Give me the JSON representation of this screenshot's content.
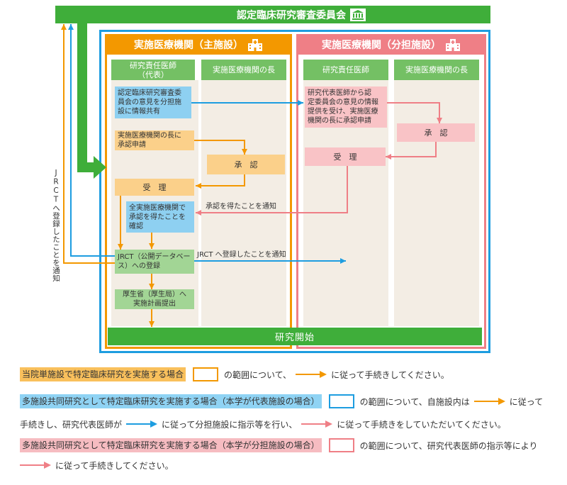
{
  "colors": {
    "green": "#3fae3a",
    "green_mid": "#74c064",
    "green_light": "#a2d595",
    "orange": "#f39800",
    "orange_light": "#fbd08a",
    "blue": "#1d9de0",
    "blue_light": "#8ed0f1",
    "pink": "#ef7f86",
    "pink_light": "#f9c3c6",
    "beige": "#f3ede4",
    "legend_orange": "#f9c05c",
    "legend_blue": "#8fd3f4",
    "legend_pink": "#f6bcc1",
    "text": "#333333"
  },
  "committee": {
    "label": "認定臨床研究審査委員会",
    "icon": "committee-building-icon"
  },
  "main_facility": {
    "title": "実施医療機関（主施設）",
    "icon": "hospital-icon",
    "columns": {
      "pi": "研究責任医師\n（代表）",
      "head": "実施医療機関の長"
    },
    "steps": {
      "share_opinion": "認定臨床研究審査委\n員会の意見を分担施\n設に情報共有",
      "request_approval": "実施医療機関の長に\n承認申請",
      "approve": "承　認",
      "receive": "受　理",
      "confirm_all": "全実施医療機関で\n承認を得たことを\n確認",
      "jrct": "JRCT（公開データベー\nス）への登録",
      "submit_plan": "厚生省（厚生局）へ\n実施計画提出"
    }
  },
  "branch_facility": {
    "title": "実施医療機関（分担施設）",
    "icon": "hospital-icon",
    "columns": {
      "pi": "研究責任医師",
      "head": "実施医療機関の長"
    },
    "steps": {
      "request_approval": "研究代表医師から認\n定委員会の意見の情報\n提供を受け、実施医療\n機関の長に承認申請",
      "approve": "承　認",
      "receive": "受　理"
    }
  },
  "arrow_labels": {
    "approval_notice": "承認を得たことを通知",
    "jrct_notice": "JRCT へ登録したことを通知",
    "jrct_notice_vertical": "JRCTへ登録したことを通知"
  },
  "start_bar": "研究開始",
  "legend": {
    "single": {
      "case": "当院単施設で特定臨床研究を実施する場合",
      "text1": "の範囲について、",
      "text2": "に従って手続きしてください。"
    },
    "multi_lead": {
      "case": "多施設共同研究として特定臨床研究を実施する場合（本学が代表施設の場合）",
      "text1": "の範囲について、自施設内は",
      "text2": "に従って",
      "text3": "手続きし、研究代表医師が",
      "text4": "に従って分担施設に指示等を行い、",
      "text5": "に従って手続きをしていただいてください。"
    },
    "multi_branch": {
      "case": "多施設共同研究として特定臨床研究を実施する場合（本学が分担施設の場合）",
      "text1": "の範囲について、研究代表医師の指示等により",
      "text2": "に従って手続きしてください。"
    }
  }
}
